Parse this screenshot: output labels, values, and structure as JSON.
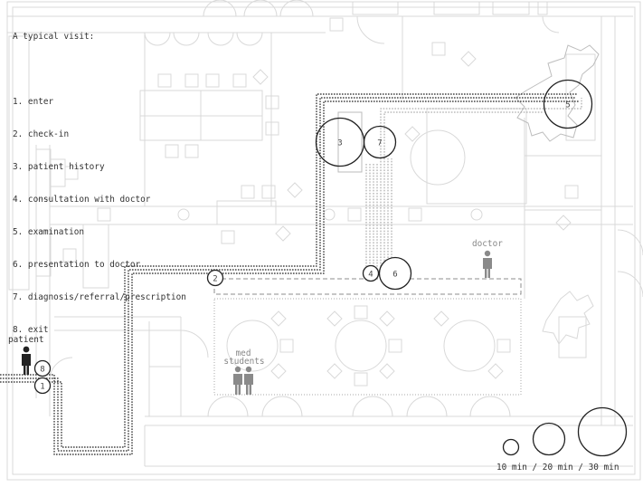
{
  "legend": {
    "heading": "A typical visit:",
    "steps": [
      "1. enter",
      "2. check-in",
      "3. patient history",
      "4. consultation with doctor",
      "5. examination",
      "6. presentation to doctor",
      "7. diagnosis/referral/prescription",
      "8. exit"
    ]
  },
  "people": {
    "patient_label": "patient",
    "doctor_label": "doctor",
    "students_label_line1": "med",
    "students_label_line2": "students"
  },
  "stations": [
    {
      "label": "1",
      "minutes": 10
    },
    {
      "label": "2",
      "minutes": 10
    },
    {
      "label": "3",
      "minutes": 30
    },
    {
      "label": "4",
      "minutes": 10
    },
    {
      "label": "5",
      "minutes": 30
    },
    {
      "label": "6",
      "minutes": 20
    },
    {
      "label": "7",
      "minutes": 20
    },
    {
      "label": "8",
      "minutes": 10
    }
  ],
  "scale": {
    "caption": "10 min / 20 min / 30 min",
    "durations": [
      10,
      20,
      30
    ]
  },
  "colors": {
    "plan_lines": "#d6d6d6",
    "path": "#222222",
    "route_gray": "#9a9a9a",
    "patient": "#222222",
    "staff": "#8a8a8a",
    "label_gray": "#888888"
  }
}
